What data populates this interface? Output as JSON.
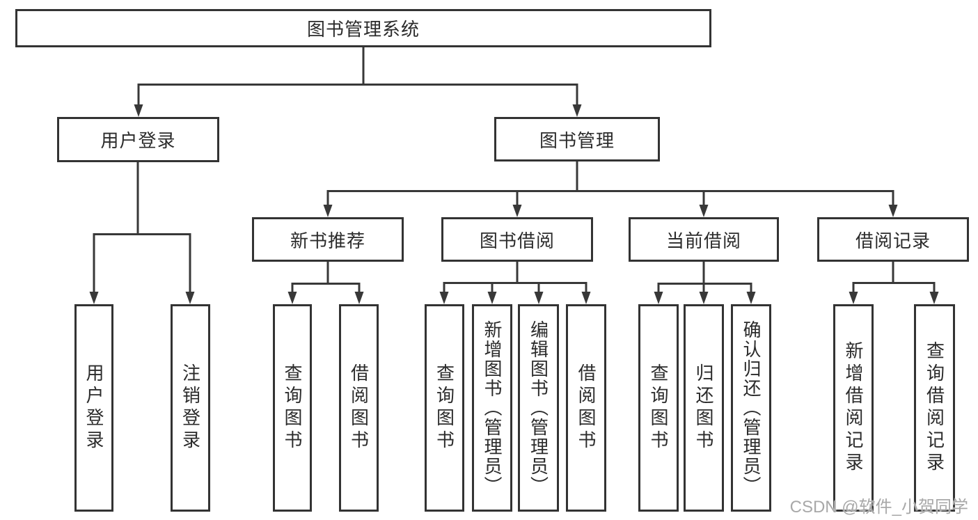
{
  "nodes": {
    "root": "图书管理系统",
    "user_login": "用户登录",
    "book_mgmt": "图书管理",
    "new_book": "新书推荐",
    "book_borrow": "图书借阅",
    "current_borrow": "当前借阅",
    "borrow_record": "借阅记录",
    "leaf_user_login": "用户登录",
    "leaf_logout": "注销登录",
    "leaf_nb_query": "查询图书",
    "leaf_nb_borrow": "借阅图书",
    "leaf_bb_query": "查询图书",
    "leaf_bb_add": "新增图书（管理员）",
    "leaf_bb_edit": "编辑图书（管理员）",
    "leaf_bb_borrow": "借阅图书",
    "leaf_cb_query": "查询图书",
    "leaf_cb_return": "归还图书",
    "leaf_cb_confirm": "确认归还（管理员）",
    "leaf_br_add": "新增借阅记录",
    "leaf_br_query": "查询借阅记录"
  },
  "hierarchy": {
    "图书管理系统": {
      "用户登录": [
        "用户登录",
        "注销登录"
      ],
      "图书管理": {
        "新书推荐": [
          "查询图书",
          "借阅图书"
        ],
        "图书借阅": [
          "查询图书",
          "新增图书（管理员）",
          "编辑图书（管理员）",
          "借阅图书"
        ],
        "当前借阅": [
          "查询图书",
          "归还图书",
          "确认归还（管理员）"
        ],
        "借阅记录": [
          "新增借阅记录",
          "查询借阅记录"
        ]
      }
    }
  },
  "watermark": {
    "text": "CSDN @软件_小贺同学"
  },
  "colors": {
    "line": "#383838",
    "box_border": "#333333",
    "text": "#2b2b2b",
    "background": "#ffffff",
    "watermark": "#9e9e9e"
  }
}
